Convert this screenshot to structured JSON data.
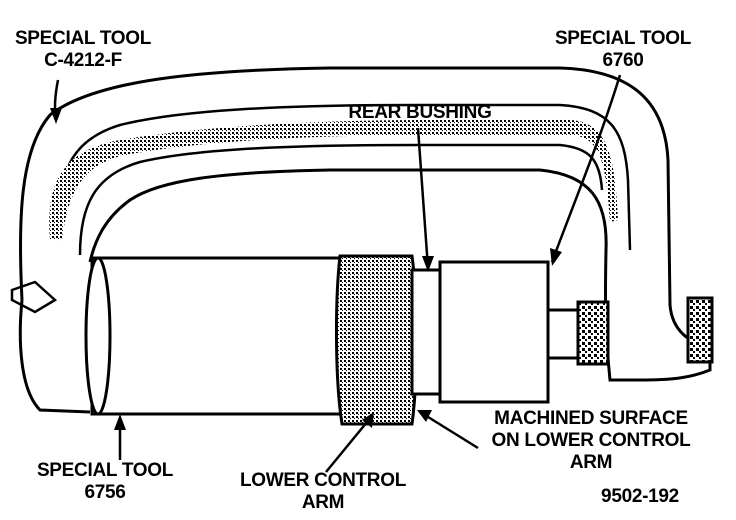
{
  "labels": {
    "special_tool_c4212f": {
      "line1": "SPECIAL TOOL",
      "line2": "C-4212-F"
    },
    "special_tool_6760": {
      "line1": "SPECIAL TOOL",
      "line2": "6760"
    },
    "rear_bushing": "REAR BUSHING",
    "machined_surface": {
      "line1": "MACHINED SURFACE",
      "line2": "ON LOWER CONTROL",
      "line3": "ARM"
    },
    "special_tool_6756": {
      "line1": "SPECIAL TOOL",
      "line2": "6756"
    },
    "lower_control_arm": {
      "line1": "LOWER CONTROL",
      "line2": "ARM"
    },
    "figure_number": "9502-192"
  },
  "colors": {
    "ink": "#000000",
    "paper": "#ffffff",
    "stipple": "#7a7a7a"
  }
}
